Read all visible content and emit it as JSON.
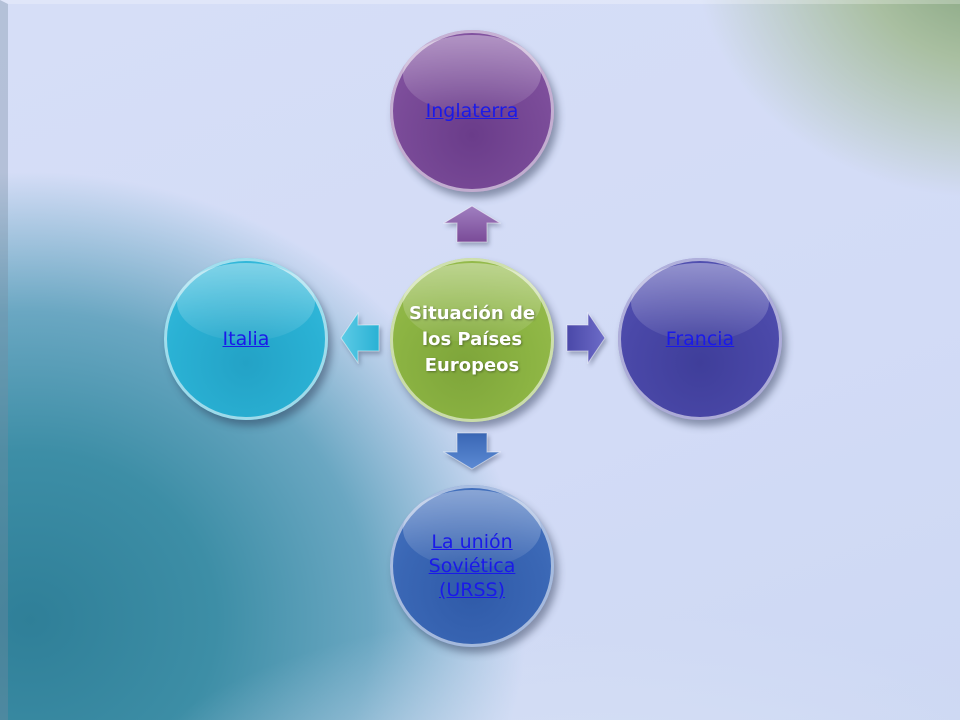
{
  "diagram": {
    "center": {
      "label": "Situación de los Países Europeos",
      "color": "#8cb443"
    },
    "nodes": [
      {
        "id": "top",
        "label": "Inglaterra",
        "color": "#7a4b98"
      },
      {
        "id": "right",
        "label": "Francia",
        "color": "#4a48a8"
      },
      {
        "id": "bottom",
        "label": "La unión Soviética (URSS)",
        "color": "#3a67b5"
      },
      {
        "id": "left",
        "label": "Italia",
        "color": "#2ab1d4"
      }
    ],
    "link_color": "#1a1ae8"
  }
}
